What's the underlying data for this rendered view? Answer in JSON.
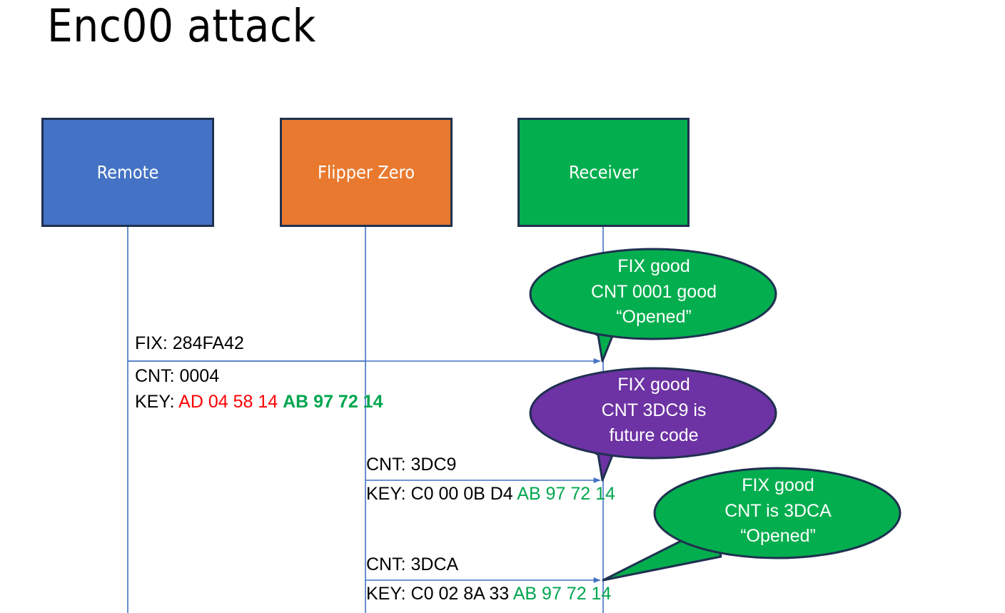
{
  "title": "Enc00 attack",
  "colors": {
    "remote": "#4472C4",
    "flipper": "#E8792E",
    "receiver": "#03AE4E",
    "bubble_good": "#03AE4E",
    "bubble_future": "#6D32A3",
    "outline": "#1F3050",
    "lifeline": "#4472C4",
    "text_red": "#FF0000",
    "text_green": "#00A64F"
  },
  "actors": [
    {
      "id": "remote",
      "label": "Remote"
    },
    {
      "id": "flipper",
      "label": "Flipper Zero"
    },
    {
      "id": "receiver",
      "label": "Receiver"
    }
  ],
  "messages": [
    {
      "id": "msg-1-fix",
      "from": "remote",
      "to": "receiver",
      "label": "FIX: 284FA42",
      "prefix": "FIX: ",
      "value": "284FA42"
    },
    {
      "id": "msg-1-cnt",
      "from": "remote",
      "to": "receiver",
      "label": "CNT: 0004",
      "prefix": "CNT: ",
      "value": "0004"
    },
    {
      "id": "msg-1-key",
      "from": "remote",
      "to": "receiver",
      "prefix": "KEY: ",
      "key_red": "AD 04 58 14",
      "key_green": "AB 97 72 14",
      "label": "KEY: AD 04 58 14 AB 97 72 14"
    },
    {
      "id": "msg-2-cnt",
      "from": "flipper",
      "to": "receiver",
      "label": "CNT: 3DC9",
      "prefix": "CNT: ",
      "value": "3DC9"
    },
    {
      "id": "msg-2-key",
      "from": "flipper",
      "to": "receiver",
      "prefix": "KEY: ",
      "key_black": "C0 00 0B D4",
      "key_green": "AB 97 72 14",
      "label": "KEY: C0 00 0B D4 AB 97 72 14"
    },
    {
      "id": "msg-3-cnt",
      "from": "flipper",
      "to": "receiver",
      "label": "CNT: 3DCA",
      "prefix": "CNT: ",
      "value": "3DCA"
    },
    {
      "id": "msg-3-key",
      "from": "flipper",
      "to": "receiver",
      "prefix": "KEY: ",
      "key_black": "C0 02 8A 33",
      "key_green": "AB 97 72 14",
      "label": "KEY: C0 02 8A 33 AB 97 72 14"
    }
  ],
  "bubbles": [
    {
      "id": "bubble-1",
      "color": "#03AE4E",
      "lines": [
        "FIX good",
        "CNT 0001 good",
        "“Opened”"
      ]
    },
    {
      "id": "bubble-2",
      "color": "#6D32A3",
      "lines": [
        "FIX good",
        "CNT 3DC9 is",
        "future code"
      ]
    },
    {
      "id": "bubble-3",
      "color": "#03AE4E",
      "lines": [
        "FIX good",
        "CNT is 3DCA",
        "“Opened”"
      ]
    }
  ]
}
